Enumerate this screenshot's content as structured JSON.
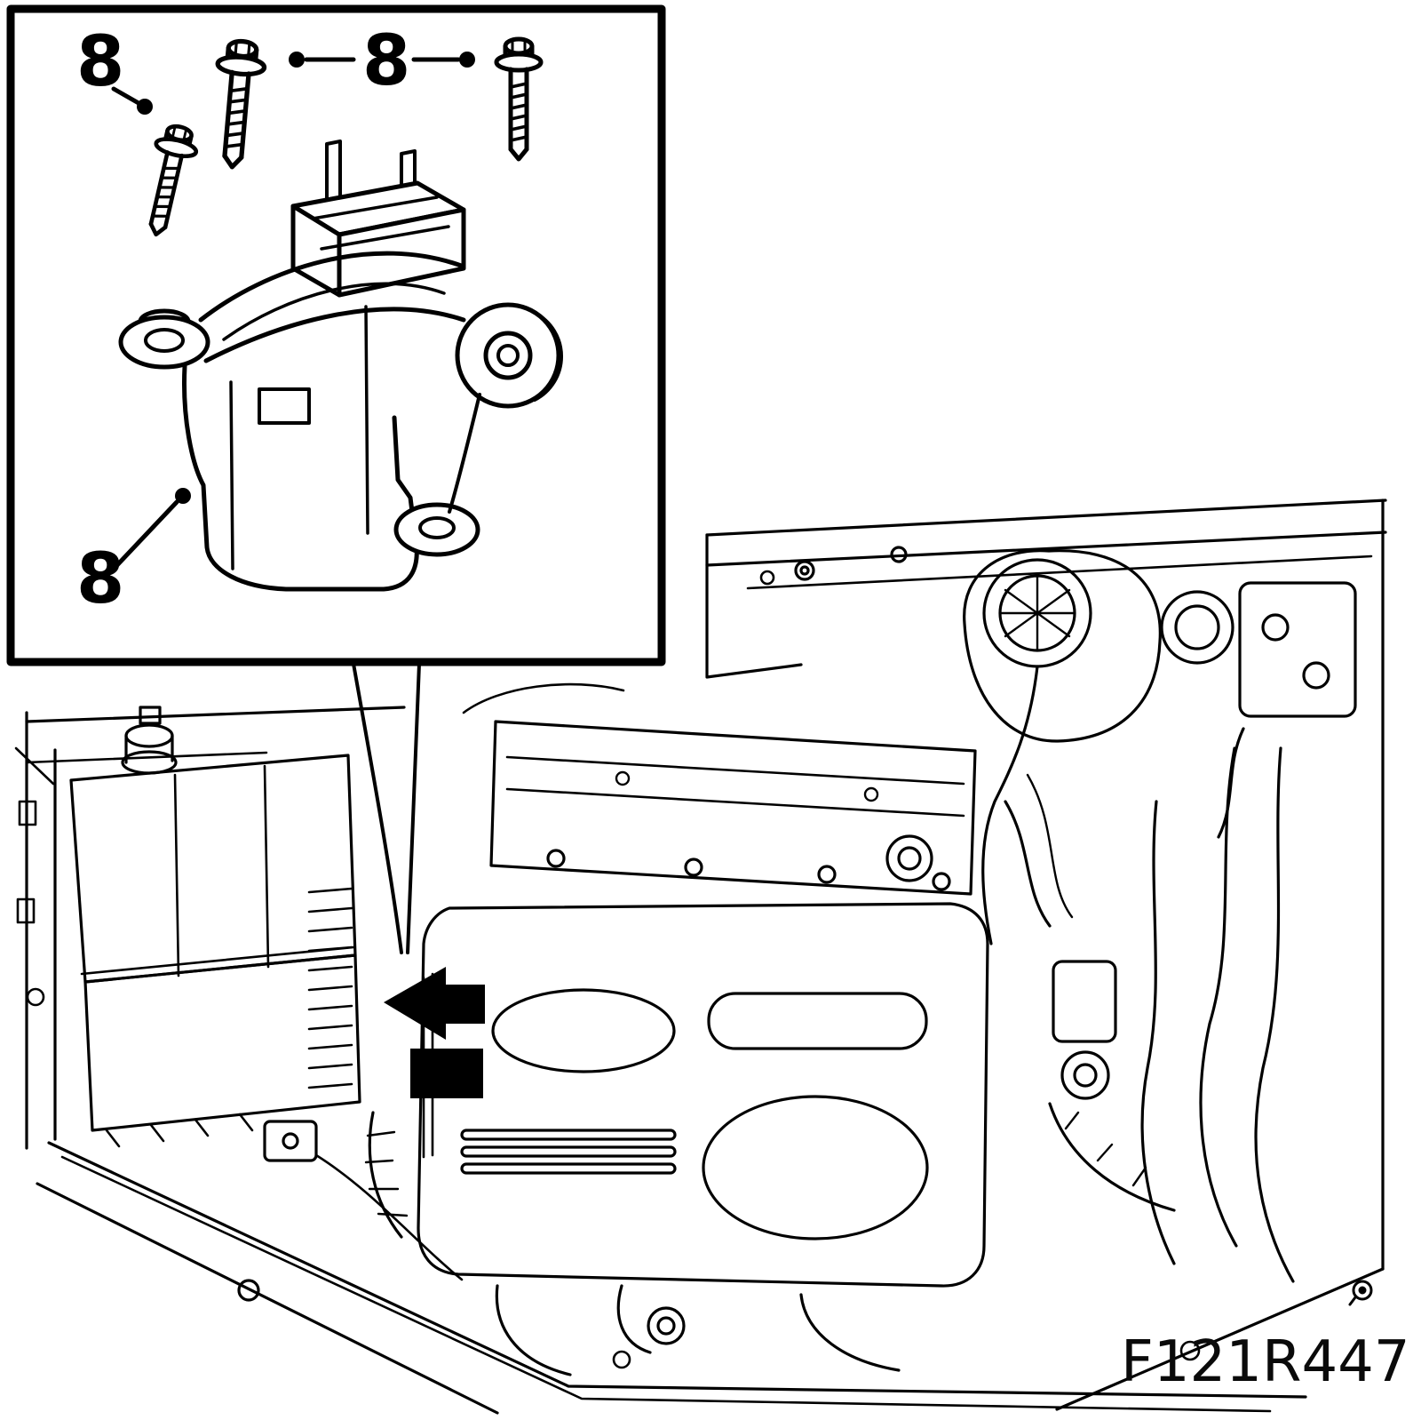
{
  "figure": {
    "figure_code": "F121R447",
    "callouts": {
      "top_left": "8",
      "top_middle": "8",
      "bottom_left": "8"
    },
    "colors": {
      "line": "#000000",
      "background": "#ffffff"
    }
  }
}
